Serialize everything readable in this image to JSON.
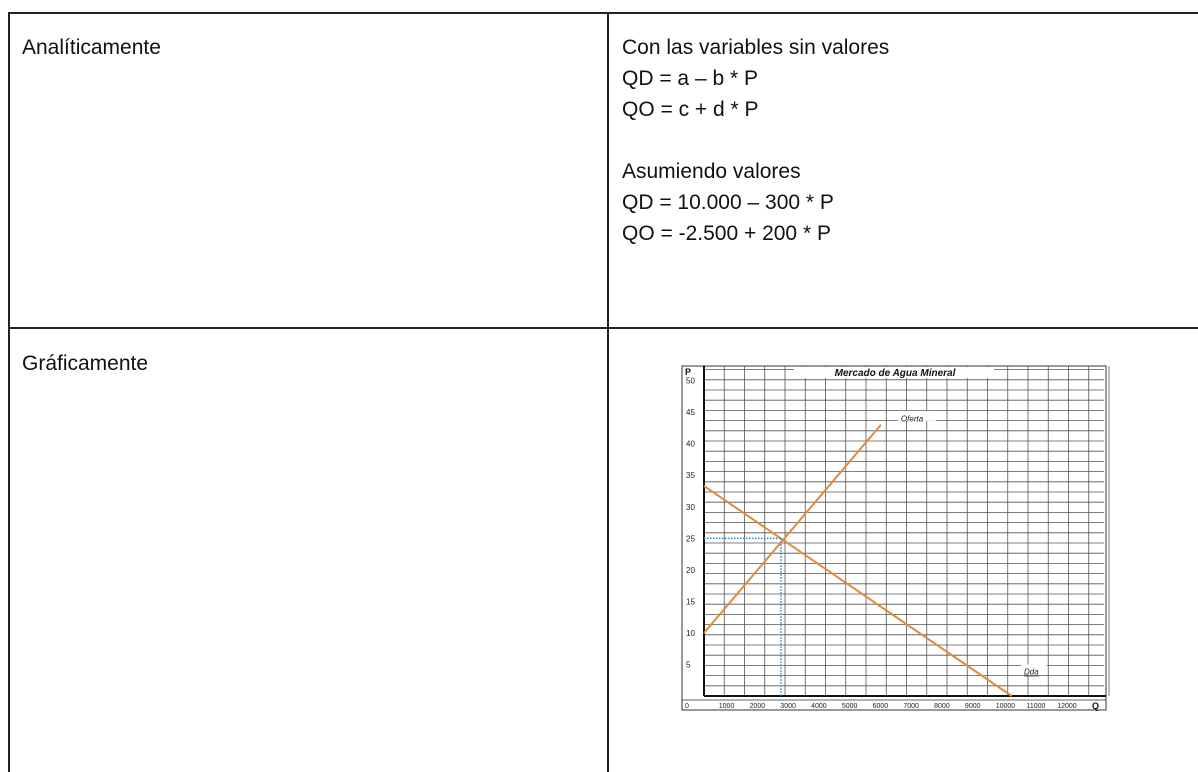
{
  "table": {
    "row1": {
      "label": "Analíticamente",
      "heading_variables": "Con las variables sin valores",
      "eq_qd_symbolic": "QD = a – b * P",
      "eq_qo_symbolic": "QO = c + d * P",
      "heading_values": "Asumiendo valores",
      "eq_qd_values": "QD = 10.000 – 300 * P",
      "eq_qo_values": "QO = -2.500 + 200 * P"
    },
    "row2": {
      "label": "Gráficamente"
    }
  },
  "chart_data": {
    "type": "line",
    "title": "Mercado de Agua Mineral",
    "xlabel": "Q",
    "ylabel": "P",
    "xlim": [
      0,
      13000
    ],
    "ylim": [
      0,
      52
    ],
    "x_ticks": [
      0,
      1000,
      2000,
      3000,
      4000,
      5000,
      6000,
      7000,
      8000,
      9000,
      10000,
      11000,
      12000
    ],
    "y_ticks": [
      5,
      10,
      15,
      20,
      25,
      30,
      35,
      40,
      45,
      50
    ],
    "grid": true,
    "series": [
      {
        "name": "Oferta",
        "points": [
          [
            0,
            10
          ],
          [
            5750,
            43
          ]
        ],
        "color": "#e08a3c"
      },
      {
        "name": "Dda",
        "points": [
          [
            0,
            33.3
          ],
          [
            10000,
            0
          ]
        ],
        "color": "#e08a3c"
      }
    ],
    "equilibrium": {
      "x": 2500,
      "y": 25,
      "color": "#3a8fd1"
    }
  }
}
